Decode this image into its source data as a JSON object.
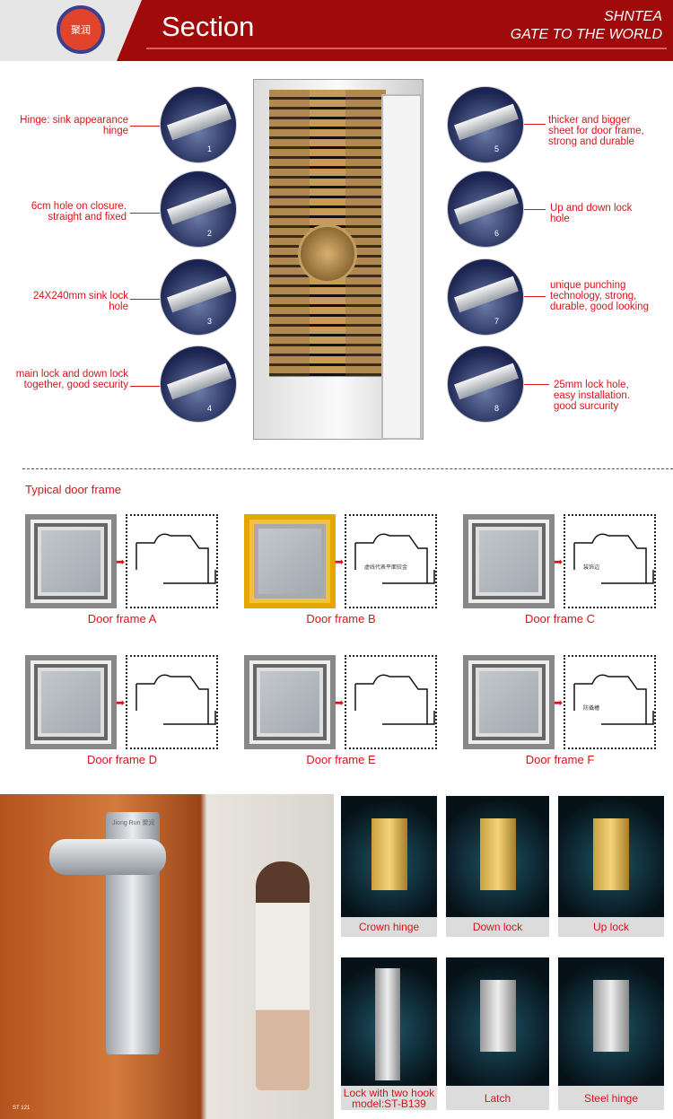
{
  "header": {
    "logo_text": "聚润",
    "title": "Section",
    "brand": "SHNTEA",
    "slogan": "GATE TO THE WORLD"
  },
  "callouts": {
    "left": [
      {
        "n": "1",
        "label": "Hinge: sink appearance hinge"
      },
      {
        "n": "2",
        "label": "6cm hole on closure. straight and fixed"
      },
      {
        "n": "3",
        "label": "24X240mm sink lock hole"
      },
      {
        "n": "4",
        "label": "main lock and down lock together, good security"
      }
    ],
    "right": [
      {
        "n": "5",
        "label": "thicker and bigger sheet for door frame, strong and durable"
      },
      {
        "n": "6",
        "label": "Up and down lock hole"
      },
      {
        "n": "7",
        "label": "unique punching technology, strong, durable, good looking"
      },
      {
        "n": "8",
        "label": "25mm lock hole, easy installation. good surcurity"
      }
    ]
  },
  "frames": {
    "heading": "Typical door frame",
    "items": [
      {
        "label": "Door frame A",
        "note": ""
      },
      {
        "label": "Door frame B",
        "note": "虚线代表平面铰金"
      },
      {
        "label": "Door frame C",
        "note": "装饰边"
      },
      {
        "label": "Door frame D",
        "note": ""
      },
      {
        "label": "Door frame E",
        "note": ""
      },
      {
        "label": "Door frame F",
        "note": "防撬槽"
      }
    ]
  },
  "photo": {
    "handle_brand": "Jiong Run 聚润",
    "watermark": "ST 121"
  },
  "products": [
    {
      "label": "Crown hinge"
    },
    {
      "label": "Down lock"
    },
    {
      "label": "Up lock"
    },
    {
      "label": "Lock with two hook",
      "label2": "model:ST-B139"
    },
    {
      "label": "Latch"
    },
    {
      "label": "Steel hinge"
    }
  ],
  "colors": {
    "accent": "#d8141b",
    "banner": "#a10a0a"
  }
}
